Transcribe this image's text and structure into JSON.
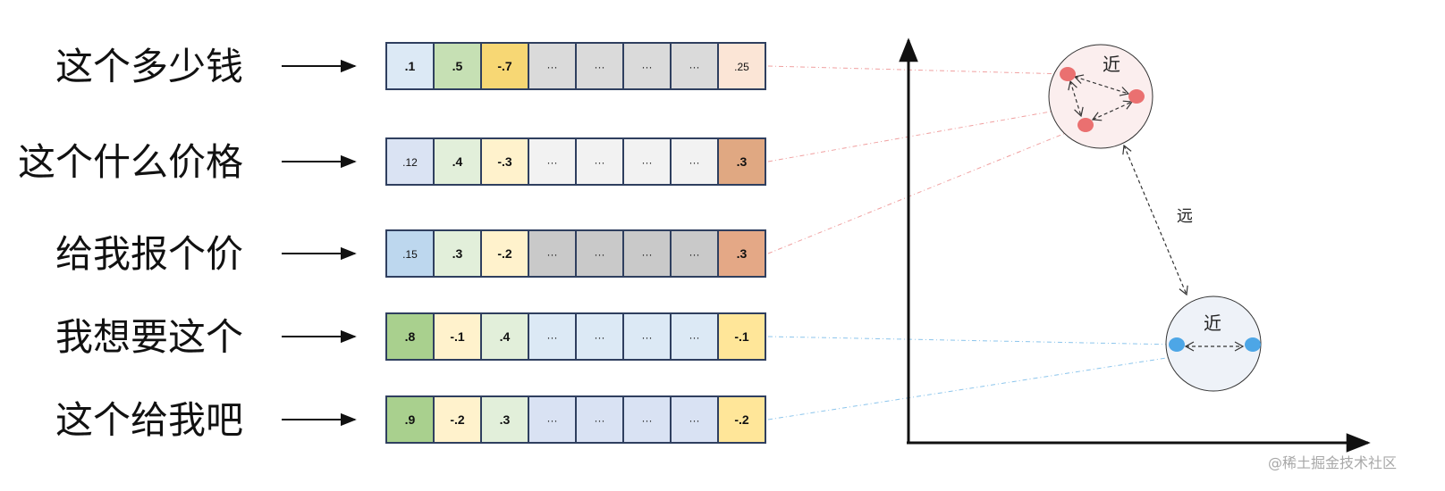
{
  "rows": [
    {
      "phrase": "这个多少钱",
      "group": "red",
      "cells": [
        {
          "text": ".1",
          "color": "#dce9f5"
        },
        {
          "text": ".5",
          "color": "#c6e0b4"
        },
        {
          "text": "-.7",
          "color": "#f7d774"
        },
        {
          "text": "...",
          "color": "#dadada"
        },
        {
          "text": "...",
          "color": "#dadada"
        },
        {
          "text": "...",
          "color": "#dadada"
        },
        {
          "text": "...",
          "color": "#dadada"
        },
        {
          "text": ".25",
          "color": "#fbe5d6"
        }
      ]
    },
    {
      "phrase": "这个什么价格",
      "group": "red",
      "cells": [
        {
          "text": ".12",
          "color": "#dae3f3"
        },
        {
          "text": ".4",
          "color": "#e2efda"
        },
        {
          "text": "-.3",
          "color": "#fff2cc"
        },
        {
          "text": "...",
          "color": "#f2f2f2"
        },
        {
          "text": "...",
          "color": "#f2f2f2"
        },
        {
          "text": "...",
          "color": "#f2f2f2"
        },
        {
          "text": "...",
          "color": "#f2f2f2"
        },
        {
          "text": ".3",
          "color": "#e0a882"
        }
      ]
    },
    {
      "phrase": "给我报个价",
      "group": "red",
      "cells": [
        {
          "text": ".15",
          "color": "#bdd7ee"
        },
        {
          "text": ".3",
          "color": "#e2efda"
        },
        {
          "text": "-.2",
          "color": "#fff2cc"
        },
        {
          "text": "...",
          "color": "#c9c9c9"
        },
        {
          "text": "...",
          "color": "#c9c9c9"
        },
        {
          "text": "...",
          "color": "#c9c9c9"
        },
        {
          "text": "...",
          "color": "#c9c9c9"
        },
        {
          "text": ".3",
          "color": "#e4a886"
        }
      ]
    },
    {
      "phrase": "我想要这个",
      "group": "blue",
      "cells": [
        {
          "text": ".8",
          "color": "#a9d08e"
        },
        {
          "text": "-.1",
          "color": "#fff2cc"
        },
        {
          "text": ".4",
          "color": "#e2efda"
        },
        {
          "text": "...",
          "color": "#dce9f5"
        },
        {
          "text": "...",
          "color": "#dce9f5"
        },
        {
          "text": "...",
          "color": "#dce9f5"
        },
        {
          "text": "...",
          "color": "#dce9f5"
        },
        {
          "text": "-.1",
          "color": "#ffe699"
        }
      ]
    },
    {
      "phrase": "这个给我吧",
      "group": "blue",
      "cells": [
        {
          "text": ".9",
          "color": "#a9d08e"
        },
        {
          "text": "-.2",
          "color": "#fff2cc"
        },
        {
          "text": ".3",
          "color": "#e2efda"
        },
        {
          "text": "...",
          "color": "#d9e2f3"
        },
        {
          "text": "...",
          "color": "#d9e2f3"
        },
        {
          "text": "...",
          "color": "#d9e2f3"
        },
        {
          "text": "...",
          "color": "#d9e2f3"
        },
        {
          "text": "-.2",
          "color": "#ffe699"
        }
      ]
    }
  ],
  "clusters": {
    "red": {
      "label": "近",
      "fill": "#fbeeee",
      "point_color": "#ea7070",
      "line_color": "#f0a0a0"
    },
    "blue": {
      "label": "近",
      "fill": "#eef2f8",
      "point_color": "#4da6e6",
      "line_color": "#8cc5ec"
    }
  },
  "distance_label": "远",
  "watermark": "@稀土掘金技术社区",
  "colors": {
    "axis": "#111111",
    "cell_border": "#2f3f5f",
    "arrow": "#111111"
  }
}
